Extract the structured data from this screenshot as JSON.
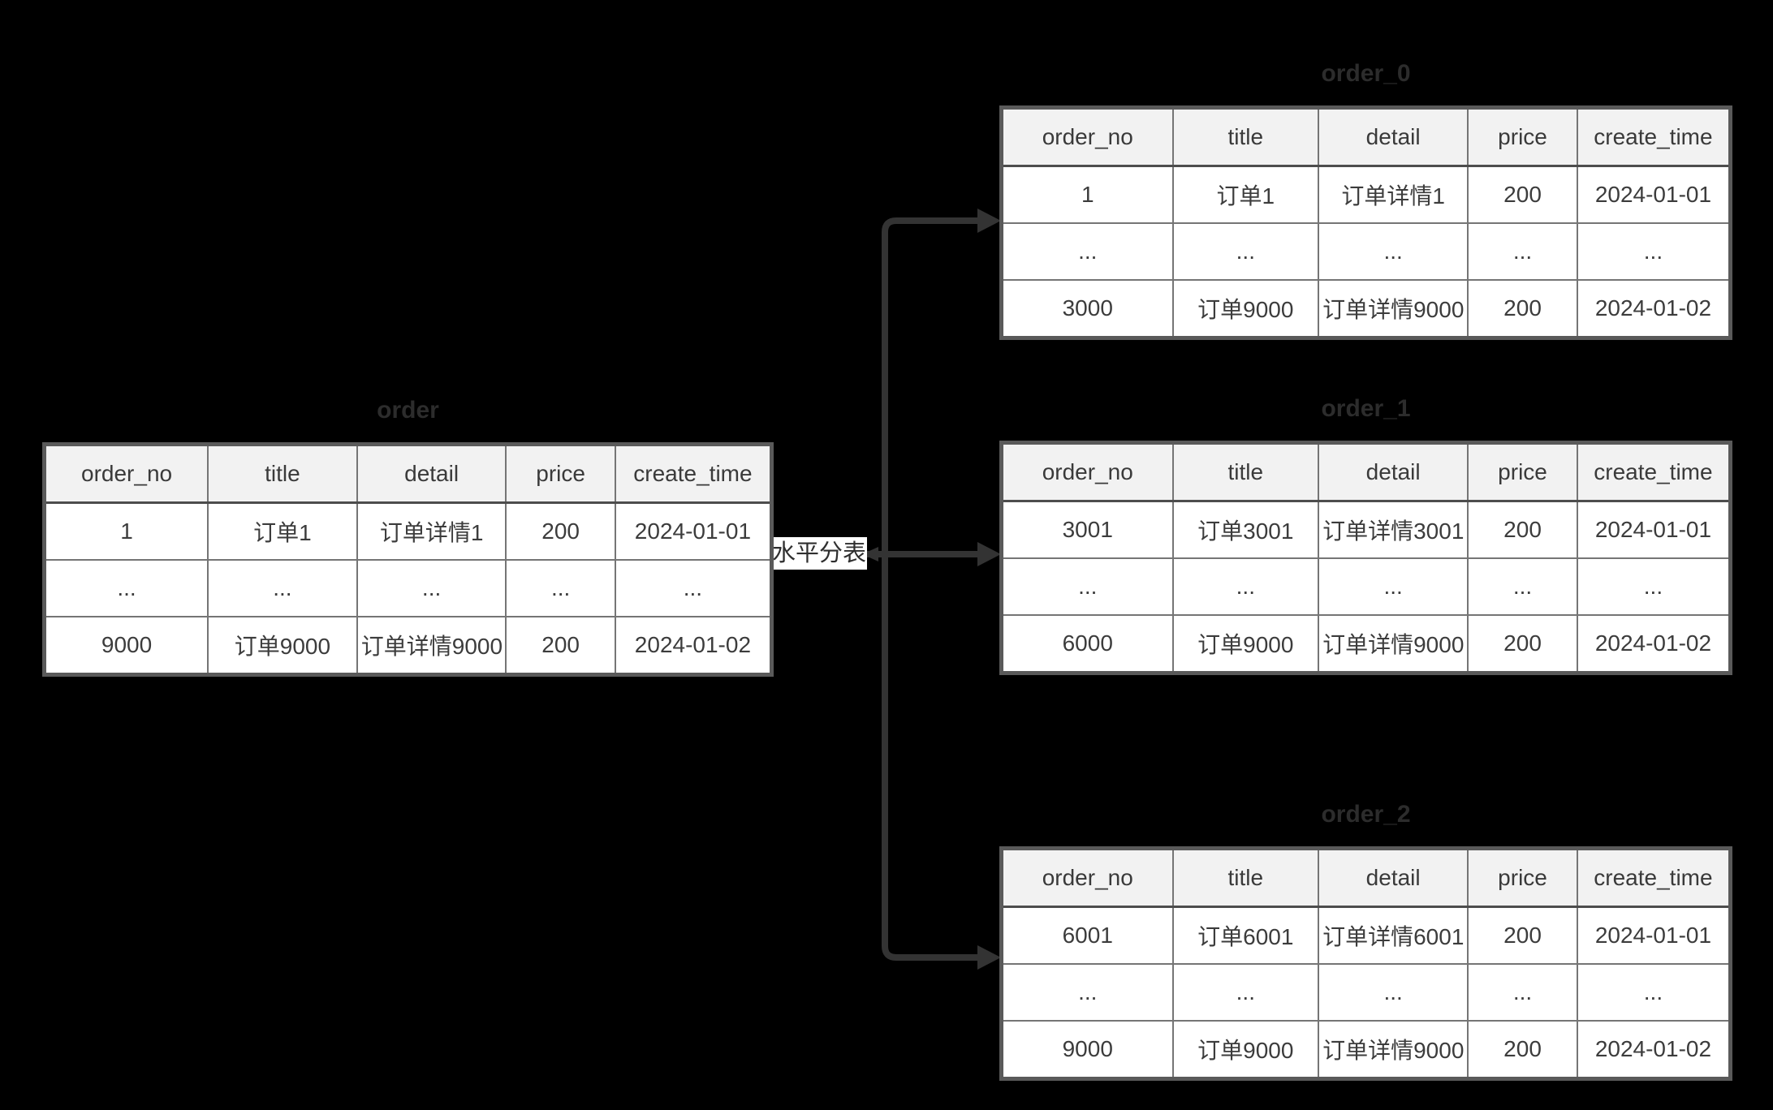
{
  "diagram": {
    "label": "水平分表",
    "colors": {
      "background": "#000000",
      "connector": "#333333",
      "table_outer_border": "#5a5a5a",
      "cell_border": "#757575",
      "header_background": "#f2f2f2",
      "cell_background": "#ffffff",
      "cell_text": "#3c3c3c",
      "table_title_text": "#2c2c2c",
      "label_background": "#ffffff"
    },
    "icons": {
      "arrowhead_right": "right-arrowhead",
      "arrowhead_left": "left-arrowhead"
    }
  },
  "tables": {
    "source": {
      "title": "order",
      "columns": [
        "order_no",
        "title",
        "detail",
        "price",
        "create_time"
      ],
      "rows": [
        [
          "1",
          "订单1",
          "订单详情1",
          "200",
          "2024-01-01"
        ],
        [
          "...",
          "...",
          "...",
          "...",
          "..."
        ],
        [
          "9000",
          "订单9000",
          "订单详情9000",
          "200",
          "2024-01-02"
        ]
      ]
    },
    "shard0": {
      "title": "order_0",
      "columns": [
        "order_no",
        "title",
        "detail",
        "price",
        "create_time"
      ],
      "rows": [
        [
          "1",
          "订单1",
          "订单详情1",
          "200",
          "2024-01-01"
        ],
        [
          "...",
          "...",
          "...",
          "...",
          "..."
        ],
        [
          "3000",
          "订单9000",
          "订单详情9000",
          "200",
          "2024-01-02"
        ]
      ]
    },
    "shard1": {
      "title": "order_1",
      "columns": [
        "order_no",
        "title",
        "detail",
        "price",
        "create_time"
      ],
      "rows": [
        [
          "3001",
          "订单3001",
          "订单详情3001",
          "200",
          "2024-01-01"
        ],
        [
          "...",
          "...",
          "...",
          "...",
          "..."
        ],
        [
          "6000",
          "订单9000",
          "订单详情9000",
          "200",
          "2024-01-02"
        ]
      ]
    },
    "shard2": {
      "title": "order_2",
      "columns": [
        "order_no",
        "title",
        "detail",
        "price",
        "create_time"
      ],
      "rows": [
        [
          "6001",
          "订单6001",
          "订单详情6001",
          "200",
          "2024-01-01"
        ],
        [
          "...",
          "...",
          "...",
          "...",
          "..."
        ],
        [
          "9000",
          "订单9000",
          "订单详情9000",
          "200",
          "2024-01-02"
        ]
      ]
    }
  }
}
